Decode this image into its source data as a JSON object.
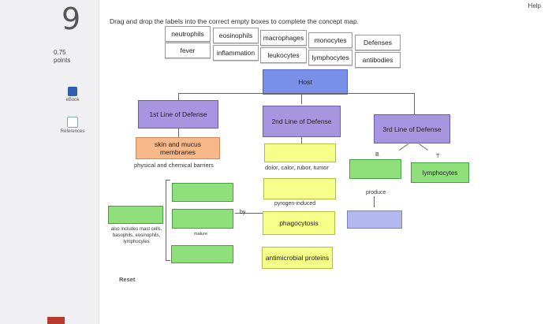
{
  "header": {
    "help_label": "Help",
    "question_number": "9"
  },
  "sidebar": {
    "points_value": "0.75",
    "points_label": "points",
    "ebook_label": "eBook",
    "references_label": "References"
  },
  "instruction": "Drag and drop the labels into the correct empty boxes to complete the concept map.",
  "word_bank": [
    "neutrophils",
    "eosinophils",
    "macrophages",
    "monocytes",
    "Defenses",
    "fever",
    "inflammation",
    "leukocytes",
    "lymphocytes",
    "antibodies"
  ],
  "map": {
    "host": "Host",
    "first_line": "1st Line of Defense",
    "second_line": "2nd Line of Defense",
    "third_line": "3rd Line of Defense",
    "skin_mucus": "skin and mucus membranes",
    "physical_chemical": "physical and chemical barriers",
    "dolor": "dolor, calor, rubor, tumor",
    "pyrogen": "pyrogen-induced",
    "phagocytosis": "phagocytosis",
    "antimicrobial": "antimicrobial proteins",
    "by": "by",
    "mature": "mature",
    "also_includes": "also includes mast cells, basophils, eosinophils, lymphocytes",
    "b_label": "B",
    "t_label": "T",
    "lymphocytes_box": "lymphocytes",
    "produce": "produce"
  },
  "footer": {
    "reset_label": "Reset"
  }
}
